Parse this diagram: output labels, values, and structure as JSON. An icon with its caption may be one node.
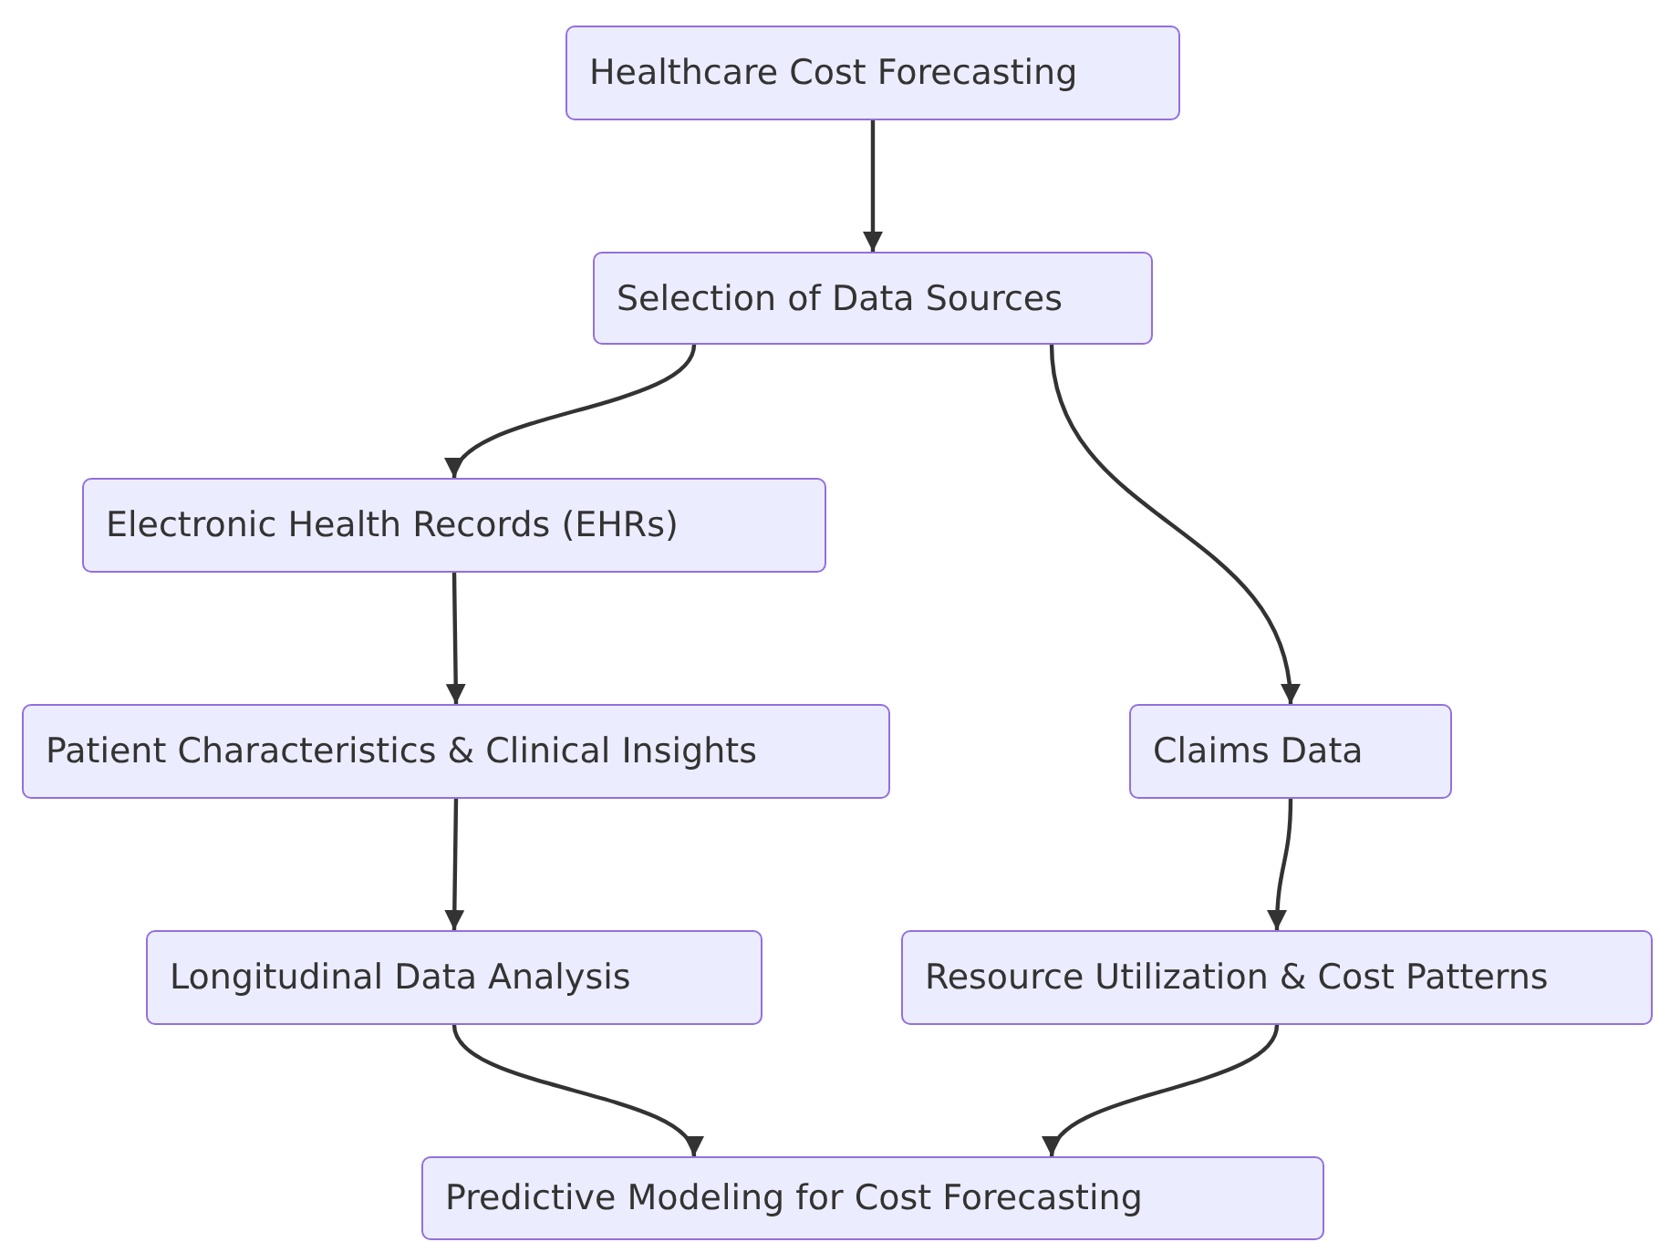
{
  "diagram": {
    "nodes": [
      {
        "text": [
          "Healthcare Cost Forecasting"
        ]
      },
      {
        "text": [
          "Selection of Data Sources"
        ]
      },
      {
        "text": [
          "Electronic Health Records (EHRs)"
        ]
      },
      {
        "text": [
          "Patient Characteristics & Clinical Insights"
        ]
      },
      {
        "text": [
          "Claims Data"
        ]
      },
      {
        "text": [
          "Longitudinal Data Analysis"
        ]
      },
      {
        "text": [
          "Resource Utilization & Cost Patterns"
        ]
      },
      {
        "text": [
          "Predictive Modeling for Cost Forecasting"
        ]
      }
    ],
    "edges": [
      {
        "from": 0,
        "to": 1,
        "arrow": "to"
      },
      {
        "from": 1,
        "to": 2,
        "arrow": "to"
      },
      {
        "from": 1,
        "to": 4,
        "arrow": "to"
      },
      {
        "from": 2,
        "to": 3,
        "arrow": "to"
      },
      {
        "from": 3,
        "to": 5,
        "arrow": "to"
      },
      {
        "from": 4,
        "to": 6,
        "arrow": "to"
      },
      {
        "from": 5,
        "to": 7,
        "arrow": "to"
      },
      {
        "from": 6,
        "to": 7,
        "arrow": "to"
      }
    ]
  }
}
